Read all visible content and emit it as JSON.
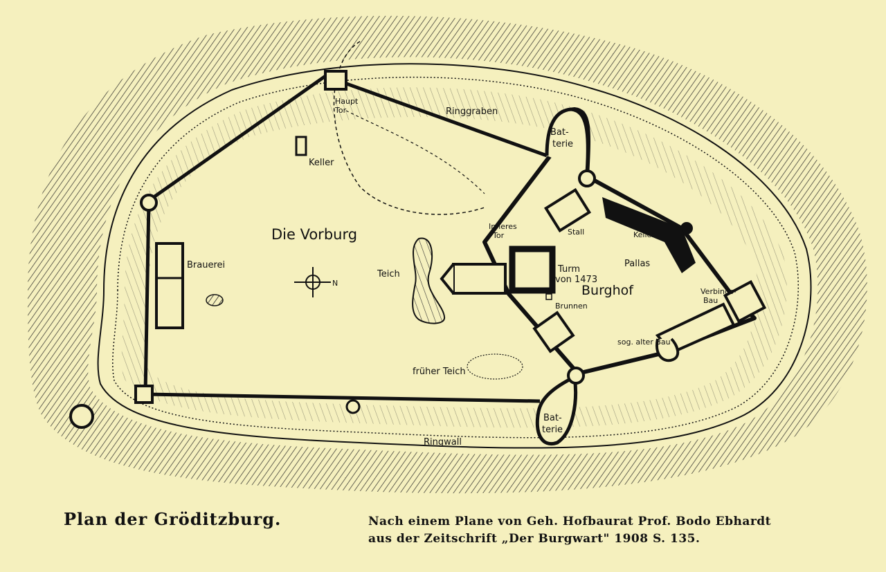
{
  "colors": {
    "paper": "#f5f0be",
    "ink": "#111111",
    "hatch": "#222222"
  },
  "labels": {
    "haupttor_1": "Haupt",
    "haupttor_2": "Tor",
    "ringgraben": "Ringgraben",
    "batterie_top_1": "Bat-",
    "batterie_top_2": "terie",
    "keller_vorburg": "Keller",
    "vorburg": "Die Vorburg",
    "inneres_tor_1": "Inneres",
    "inneres_tor_2": "Tor",
    "stall": "Stall",
    "keller_pallas": "Keller",
    "brauerei": "Brauerei",
    "teich": "Teich",
    "north": "N",
    "turm_1": "Turm",
    "turm_2": "von 1473",
    "pallas": "Pallas",
    "burghof": "Burghof",
    "verbindungsbau_1": "Verbinds-",
    "verbindungsbau_2": "Bau",
    "brunnen": "Brunnen",
    "sog_alter_bau": "sog. alter Bau",
    "frueher_teich": "früher Teich",
    "batterie_bottom_1": "Bat-",
    "batterie_bottom_2": "terie",
    "ringwall": "Ringwall"
  },
  "caption": {
    "title": "Plan der Gröditzburg.",
    "credit_line1": "Nach einem Plane von Geh. Hofbaurat Prof. Bodo Ebhardt",
    "credit_line2": "aus der Zeitschrift „Der Burgwart\" 1908 S. 135."
  }
}
